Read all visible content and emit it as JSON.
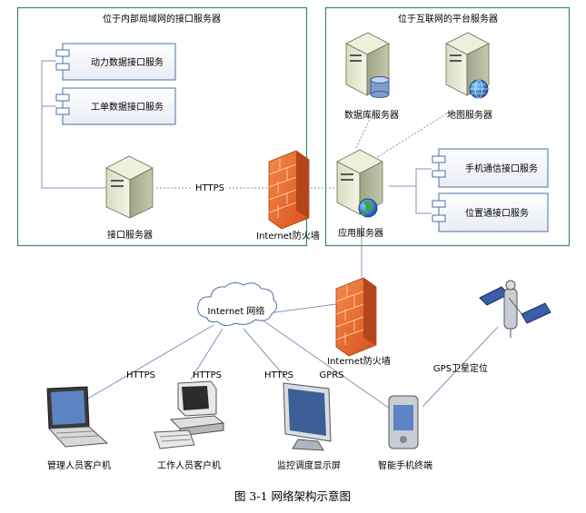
{
  "groups": {
    "lan": {
      "title": "位于内部局域网的接口服务器"
    },
    "internet": {
      "title": "位于互联网的平台服务器"
    }
  },
  "lan_services": [
    "动力数据接口服务",
    "工单数据接口服务"
  ],
  "platform_services": [
    "手机通信接口服务",
    "位置通接口服务"
  ],
  "servers": {
    "interface": "接口服务器",
    "database": "数据库服务器",
    "map": "地图服务器",
    "application": "应用服务器"
  },
  "firewalls": {
    "upper": "Internet防火墙",
    "lower": "Internet防火墙"
  },
  "cloud_label": "Internet 网络",
  "protocols": {
    "lan_link": "HTTPS",
    "admin": "HTTPS",
    "staff": "HTTPS",
    "monitor": "HTTPS",
    "mobile": "GPRS",
    "gps": "GPS卫星定位"
  },
  "clients": {
    "admin": "管理人员客户机",
    "staff": "工作人员客户机",
    "monitor": "监控调度显示屏",
    "mobile": "智能手机终端"
  },
  "caption": "图 3-1  网络架构示意图",
  "colors": {
    "group_border": "#3c8a5a",
    "link": "#7f95b8",
    "component_border": "#4a6fa5",
    "firewall": "#e8642a"
  }
}
